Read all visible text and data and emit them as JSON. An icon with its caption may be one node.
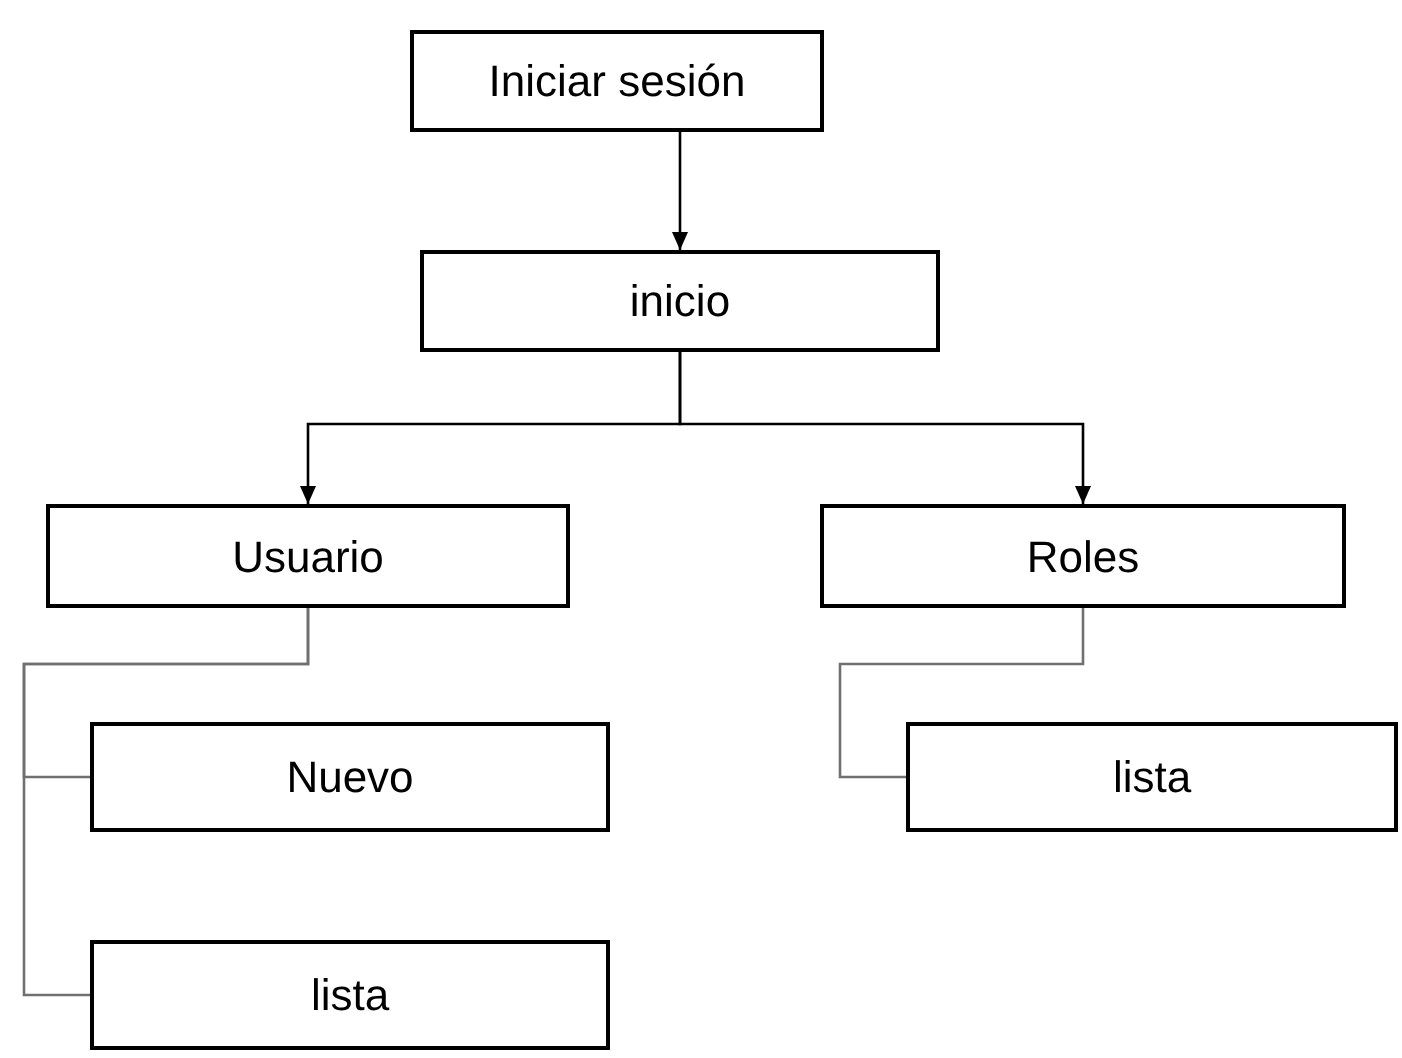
{
  "diagram": {
    "nodes": [
      {
        "text": [
          "Iniciar sesión"
        ]
      },
      {
        "text": [
          "inicio"
        ]
      },
      {
        "text": [
          "Usuario"
        ]
      },
      {
        "text": [
          "Roles"
        ]
      },
      {
        "text": [
          "Nuevo"
        ]
      },
      {
        "text": [
          "lista"
        ]
      },
      {
        "text": [
          "lista"
        ]
      }
    ],
    "edges": [
      {
        "from": 0,
        "to": 1,
        "arrow": "to"
      },
      {
        "from": 1,
        "to": 2,
        "arrow": "to"
      },
      {
        "from": 1,
        "to": 3,
        "arrow": "to"
      },
      {
        "from": 2,
        "to": 4,
        "arrow": "none",
        "color": "#707070"
      },
      {
        "from": 2,
        "to": 5,
        "arrow": "none",
        "color": "#707070"
      },
      {
        "from": 3,
        "to": 6,
        "arrow": "none",
        "color": "#707070"
      }
    ]
  }
}
